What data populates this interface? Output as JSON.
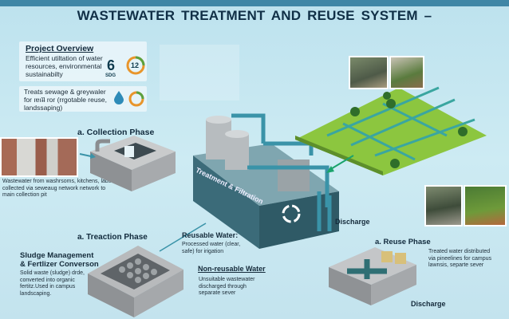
{
  "title": "WASTEWATER   TREATMENT AND REUSE SYSTEM –",
  "overview": {
    "heading": "Project Overview",
    "line1": "Efficient utiltation of water resources, environmental sustainabilty",
    "line2": "Treats sewage & greywaler for ıɐıʇʇ ror (rrgotable reuse, landssaping)",
    "sdg6_number": "6",
    "sdg_label": "SDG",
    "sdg12_number": "12"
  },
  "collection": {
    "label": "a. Collection Phase",
    "caption": "Wastewater from washrsoms, kitchens, labs collected via seweaug network network to main collection pit"
  },
  "treatment": {
    "label": "Treatment & Filtration"
  },
  "treaction": {
    "label": "a. Treaction Phase"
  },
  "sludge": {
    "heading": "Sludge Management & Fertlizer Converson",
    "text": "Solid waste (sludge) drde, converted into organic fertitz.Used in campus landscaping."
  },
  "reusable": {
    "heading": "Reusable Water:",
    "text": "Processed water (clear, safe) for irigation"
  },
  "nonreusable": {
    "heading": "Non-reusable Water",
    "text": "Unsuitable wastewater discharged through separate sever"
  },
  "discharge_top": "Discharge",
  "reuse": {
    "label": "a. Reuse Phase",
    "text": "Treated water distributed via pineelines for campus lawnsis, separte sever"
  },
  "discharge_bottom": "Discharge",
  "colors": {
    "accent": "#3f86a6",
    "tank": "#3b6b79",
    "pipe": "#3a93a8",
    "lawn": "#8cc63f",
    "title": "#102f46"
  }
}
